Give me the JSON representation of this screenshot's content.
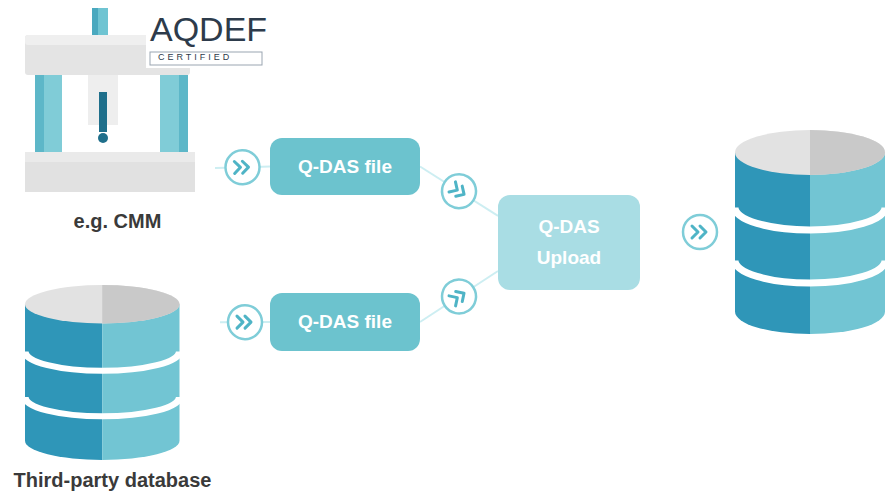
{
  "diagram": {
    "nodes": [
      {
        "text": [
          "e.g. CMM"
        ]
      },
      {
        "text": [
          "Q-DAS file"
        ]
      },
      {
        "text": [
          "Third-party database"
        ]
      },
      {
        "text": [
          "Q-DAS file"
        ]
      },
      {
        "text": [
          "Q-DAS Upload"
        ]
      }
    ],
    "edges": [
      {
        "from": 0,
        "to": 1,
        "arrow": "to"
      },
      {
        "from": 1,
        "to": 4,
        "arrow": "to"
      },
      {
        "from": 2,
        "to": 3,
        "arrow": "to"
      },
      {
        "from": 3,
        "to": 4,
        "arrow": "to"
      }
    ],
    "labels": [
      "AQDEF",
      "CERTIFIED"
    ]
  }
}
